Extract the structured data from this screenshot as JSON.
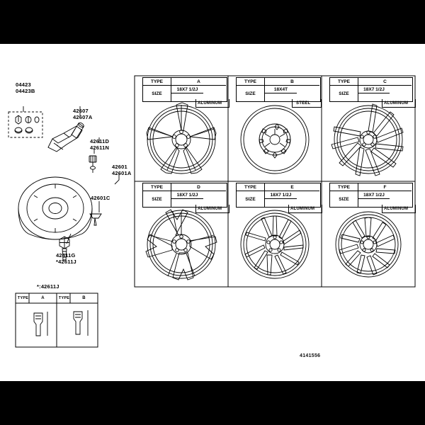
{
  "page": {
    "background_color": "#000000",
    "sheet_color": "#ffffff",
    "drawing_code": "4141556"
  },
  "left_callouts": [
    {
      "id": "c1",
      "lines": "04423\n04423B"
    },
    {
      "id": "c2",
      "lines": "42607\n42607A"
    },
    {
      "id": "c3",
      "lines": "42611D\n42611N"
    },
    {
      "id": "c4",
      "lines": "42601\n42601A"
    },
    {
      "id": "c5",
      "lines": "42601C"
    },
    {
      "id": "c6",
      "lines": "42611G\n*42611J"
    },
    {
      "id": "c7",
      "lines": "*:42611J"
    }
  ],
  "inset_table": {
    "note": "*:42611J",
    "headers": [
      "TYPE",
      "A",
      "TYPE",
      "B"
    ],
    "columns": [
      {
        "type_label": "TYPE",
        "value": "A"
      },
      {
        "type_label": "TYPE",
        "value": "B"
      }
    ]
  },
  "wheel_panels": [
    {
      "type_label": "TYPE",
      "type": "A",
      "size_label": "SIZE",
      "size": "18X7 1/2J",
      "material": "ALUMINUM",
      "style": "spoke-5-split"
    },
    {
      "type_label": "TYPE",
      "type": "B",
      "size_label": "SIZE",
      "size": "18X4T",
      "material": "STEEL",
      "style": "steel-spare"
    },
    {
      "type_label": "TYPE",
      "type": "C",
      "size_label": "SIZE",
      "size": "18X7 1/2J",
      "material": "ALUMINUM",
      "style": "spoke-10-turbine"
    },
    {
      "type_label": "TYPE",
      "type": "D",
      "size_label": "SIZE",
      "size": "18X7 1/2J",
      "material": "ALUMINUM",
      "style": "spoke-5-y"
    },
    {
      "type_label": "TYPE",
      "type": "E",
      "size_label": "SIZE",
      "size": "18X7 1/2J",
      "material": "ALUMINUM",
      "style": "spoke-10-thin"
    },
    {
      "type_label": "TYPE",
      "type": "F",
      "size_label": "SIZE",
      "size": "18X7 1/2J",
      "material": "ALUMINUM",
      "style": "spoke-multi-fine"
    }
  ]
}
